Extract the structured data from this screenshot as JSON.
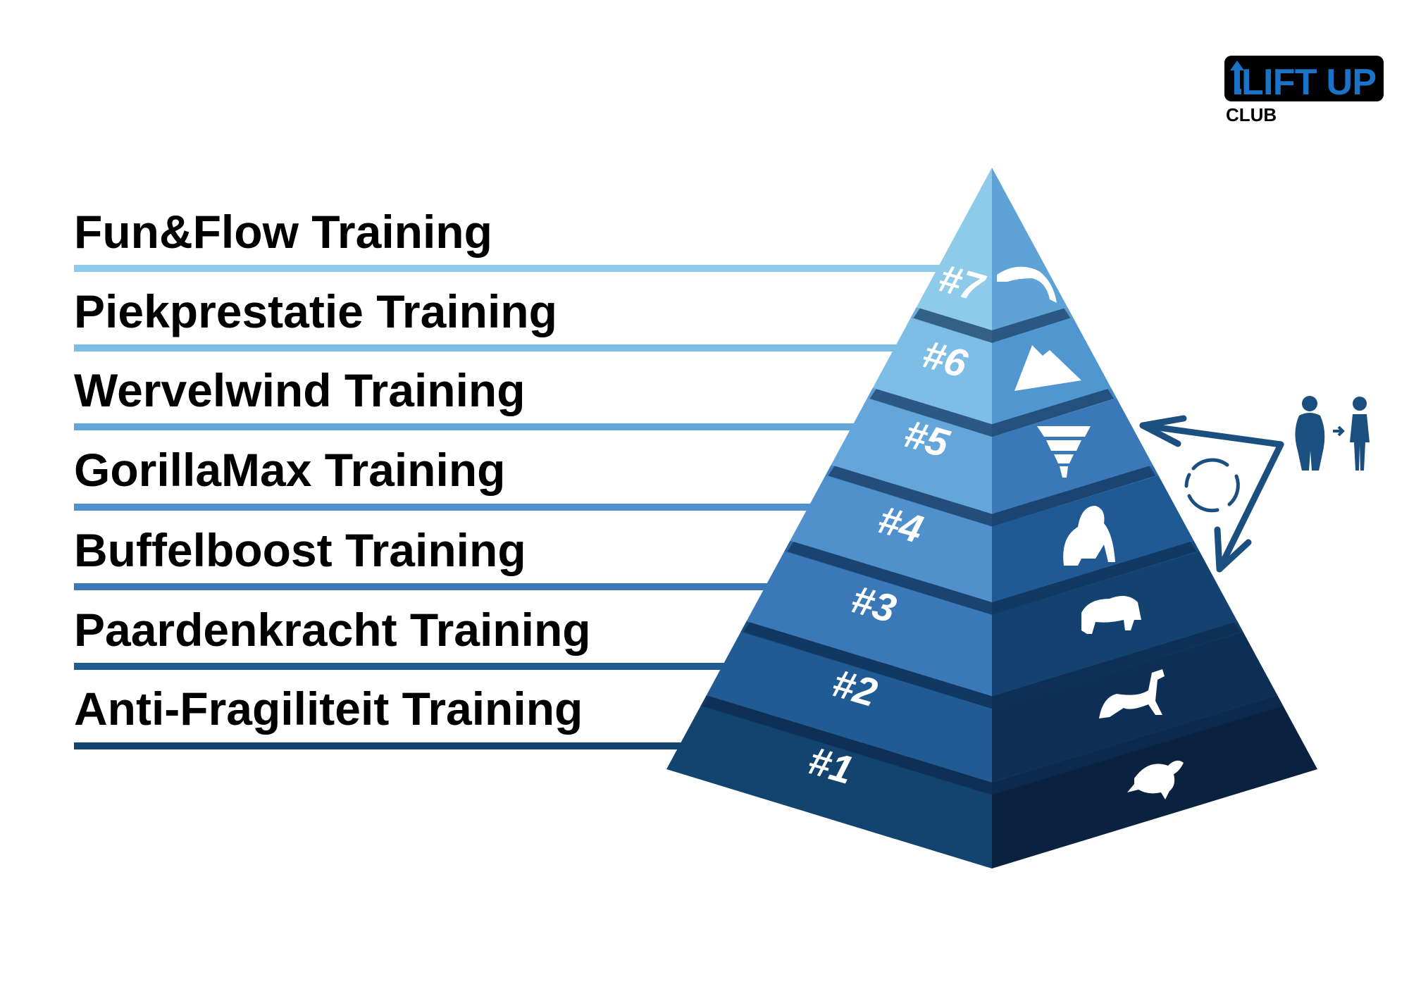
{
  "logo": {
    "main": "LIFT UP",
    "sub": "CLUB"
  },
  "tiers": [
    {
      "rank": "#1",
      "label": "Anti-Fragiliteit Training",
      "icon": "turtle-icon",
      "color_left": "#134470",
      "color_right": "#0a2240",
      "line_color": "#134470"
    },
    {
      "rank": "#2",
      "label": "Paardenkracht Training",
      "icon": "horse-icon",
      "color_left": "#215b94",
      "color_right": "#0e2f55",
      "line_color": "#215b94"
    },
    {
      "rank": "#3",
      "label": "Buffelboost Training",
      "icon": "buffalo-icon",
      "color_left": "#3a78b8",
      "color_right": "#134270",
      "line_color": "#3a78b8"
    },
    {
      "rank": "#4",
      "label": "GorillaMax Training",
      "icon": "gorilla-icon",
      "color_left": "#5090cc",
      "color_right": "#1f5a94",
      "line_color": "#5090cc"
    },
    {
      "rank": "#5",
      "label": "Wervelwind Training",
      "icon": "tornado-icon",
      "color_left": "#64a6da",
      "color_right": "#3a78b8",
      "line_color": "#64a6da"
    },
    {
      "rank": "#6",
      "label": "Piekprestatie Training",
      "icon": "mountain-icon",
      "color_left": "#7dbde6",
      "color_right": "#5096d0",
      "line_color": "#7dbde6"
    },
    {
      "rank": "#7",
      "label": "Fun&Flow Training",
      "icon": "dolphin-icon",
      "color_left": "#8ecbea",
      "color_right": "#5fa3d6",
      "line_color": "#8ecbea"
    }
  ],
  "colors": {
    "accent": "#1a73c7",
    "arrow": "#1b4f80",
    "strip": "#0d2c4f"
  }
}
